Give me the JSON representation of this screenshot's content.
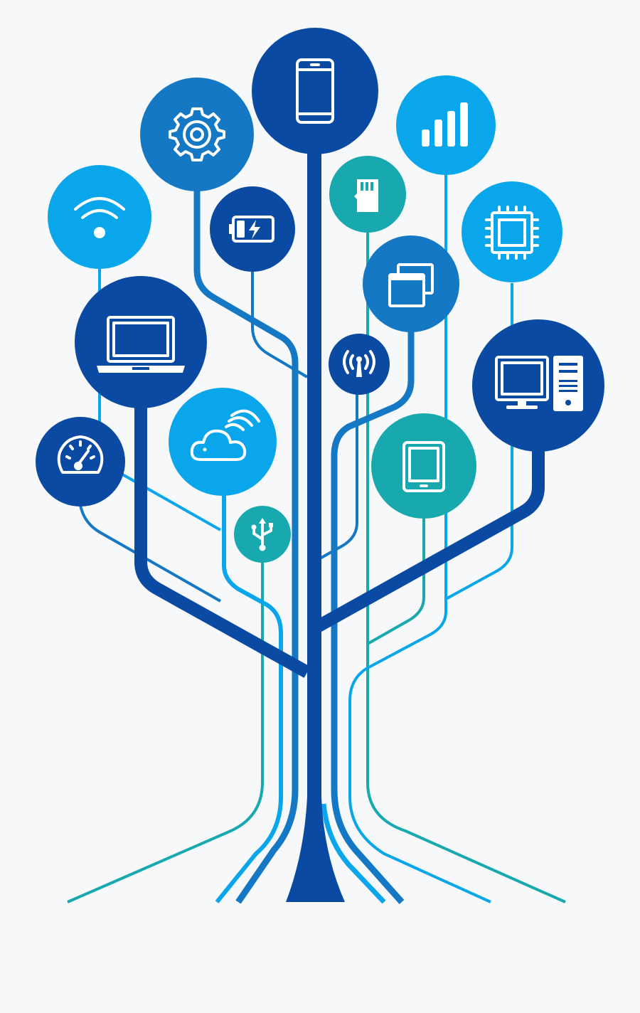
{
  "colors": {
    "background": "#f7f8f9",
    "navy": "#0a4aa3",
    "blue": "#1478c4",
    "sky": "#0aa6ec",
    "teal": "#17a9ad",
    "icon": "#ffffff"
  },
  "nodes": [
    {
      "id": "smartphone",
      "icon": "smartphone-icon",
      "color": "navy"
    },
    {
      "id": "settings",
      "icon": "gear-icon",
      "color": "blue"
    },
    {
      "id": "signal",
      "icon": "signal-bars-icon",
      "color": "sky"
    },
    {
      "id": "wifi",
      "icon": "wifi-icon",
      "color": "sky"
    },
    {
      "id": "battery",
      "icon": "battery-charging-icon",
      "color": "navy"
    },
    {
      "id": "sd-card",
      "icon": "sd-card-icon",
      "color": "teal"
    },
    {
      "id": "processor",
      "icon": "cpu-chip-icon",
      "color": "sky"
    },
    {
      "id": "windows",
      "icon": "app-windows-icon",
      "color": "blue"
    },
    {
      "id": "laptop",
      "icon": "laptop-icon",
      "color": "navy"
    },
    {
      "id": "antenna",
      "icon": "antenna-broadcast-icon",
      "color": "navy"
    },
    {
      "id": "desktop",
      "icon": "desktop-computer-icon",
      "color": "navy"
    },
    {
      "id": "cloud",
      "icon": "cloud-wireless-icon",
      "color": "sky"
    },
    {
      "id": "speedometer",
      "icon": "speedometer-icon",
      "color": "navy"
    },
    {
      "id": "tablet",
      "icon": "tablet-icon",
      "color": "teal"
    },
    {
      "id": "usb",
      "icon": "usb-icon",
      "color": "teal"
    }
  ]
}
